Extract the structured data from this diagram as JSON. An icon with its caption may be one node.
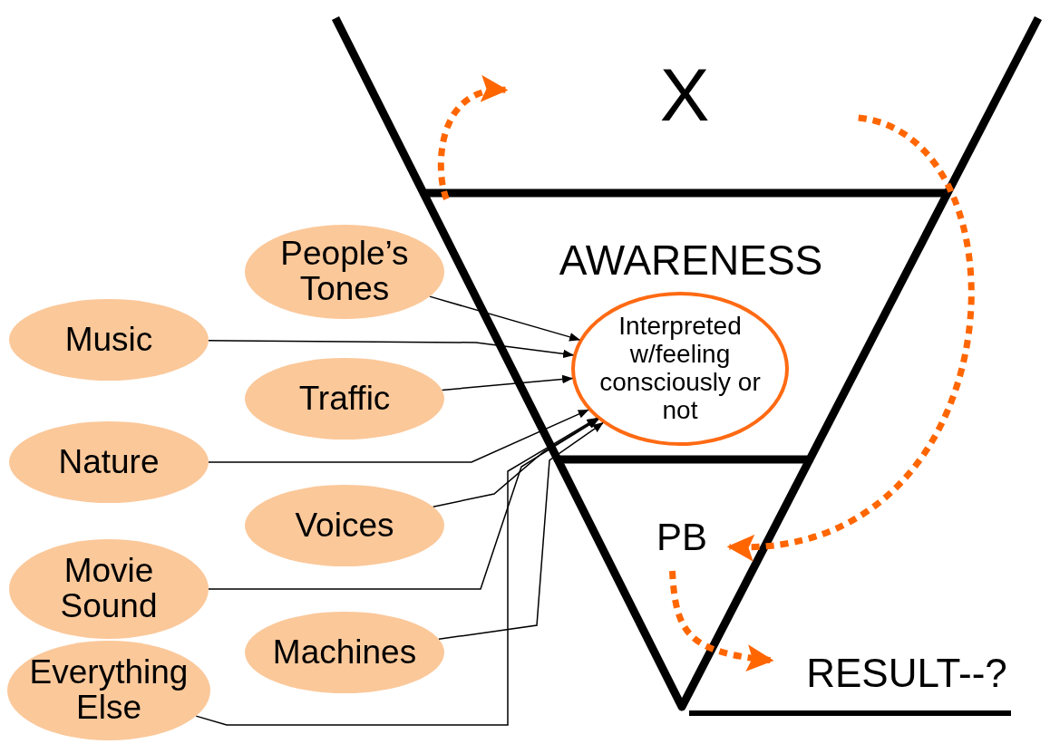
{
  "diagram": {
    "nodes": [
      {
        "text": [
          "X"
        ]
      },
      {
        "text": [
          "AWARENESS"
        ]
      },
      {
        "text": [
          "Interpreted w/feeling consciously or not"
        ],
        "in": 1
      },
      {
        "text": [
          "PB"
        ]
      },
      {
        "text": [
          "RESULT--?"
        ]
      },
      {
        "text": [
          "People’s Tones"
        ]
      },
      {
        "text": [
          "Music"
        ]
      },
      {
        "text": [
          "Traffic"
        ]
      },
      {
        "text": [
          "Nature"
        ]
      },
      {
        "text": [
          "Movie Sound"
        ]
      },
      {
        "text": [
          "Voices"
        ]
      },
      {
        "text": [
          "Machines"
        ]
      },
      {
        "text": [
          "Everything Else"
        ]
      }
    ],
    "edges": [
      {
        "from": 5,
        "to": 2,
        "arrow": "to"
      },
      {
        "from": 6,
        "to": 2,
        "arrow": "to"
      },
      {
        "from": 7,
        "to": 2,
        "arrow": "to"
      },
      {
        "from": 8,
        "to": 2,
        "arrow": "to"
      },
      {
        "from": 9,
        "to": 2,
        "arrow": "to"
      },
      {
        "from": 10,
        "to": 2,
        "arrow": "to"
      },
      {
        "from": 11,
        "to": 2,
        "arrow": "to"
      },
      {
        "from": 12,
        "to": 2,
        "arrow": "to"
      },
      {
        "from": 1,
        "to": 0,
        "arrow": "to",
        "style": "dashed",
        "color": "#ff6600"
      },
      {
        "from": 0,
        "to": 3,
        "arrow": "to",
        "style": "dashed",
        "color": "#ff6600"
      },
      {
        "from": 3,
        "to": 4,
        "arrow": "to",
        "style": "dashed",
        "color": "#ff6600"
      }
    ]
  }
}
